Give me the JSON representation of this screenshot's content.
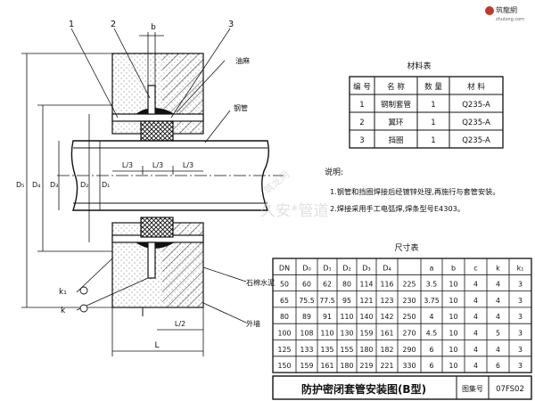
{
  "drawing": {
    "callouts": [
      "1",
      "2",
      "3"
    ],
    "label_oil_hemp": "油麻",
    "label_steel_pipe": "钢管",
    "label_asbestos_cement": "石棉水泥",
    "label_outer_wall": "外墙",
    "label_b": "b",
    "label_L3_a": "L/3",
    "label_L3_b": "L/3",
    "label_L3_c": "L/3",
    "label_L2": "L/2",
    "label_L": "L",
    "label_k1": "k₁",
    "label_k": "k",
    "dim_D5": "D₅",
    "dim_D4": "D₄",
    "dim_D3": "D₃",
    "dim_D1": "D₁",
    "dim_D2": "D₂"
  },
  "materials": {
    "title": "材料表",
    "headers": [
      "编 号",
      "名 称",
      "数 量",
      "材 料"
    ],
    "rows": [
      [
        "1",
        "钢制套管",
        "1",
        "Q235-A"
      ],
      [
        "2",
        "翼环",
        "1",
        "Q235-A"
      ],
      [
        "3",
        "挡圈",
        "1",
        "Q235-A"
      ]
    ]
  },
  "notes": {
    "title": "说明:",
    "lines": [
      "1.钢管和挡圈焊接后经镀锌处理,再施行与套管安装。",
      "2.焊接采用手工电弧焊,焊条型号E4303。"
    ]
  },
  "dimensions": {
    "title": "尺寸表",
    "headers": [
      "DN",
      "D₀",
      "D₁",
      "D₂",
      "D₃",
      "D₄",
      "a",
      "b",
      "c",
      "k",
      "k₁"
    ],
    "rows": [
      [
        "50",
        "60",
        "62",
        "80",
        "114",
        "116",
        "225",
        "3.5",
        "10",
        "4",
        "4",
        "3"
      ],
      [
        "65",
        "75.5",
        "77.5",
        "95",
        "121",
        "123",
        "230",
        "3.75",
        "10",
        "4",
        "4",
        "3"
      ],
      [
        "80",
        "89",
        "91",
        "110",
        "140",
        "142",
        "250",
        "4",
        "10",
        "4",
        "4",
        "3"
      ],
      [
        "100",
        "108",
        "110",
        "130",
        "159",
        "161",
        "270",
        "4.5",
        "10",
        "4",
        "5",
        "3"
      ],
      [
        "125",
        "133",
        "135",
        "155",
        "180",
        "182",
        "290",
        "6",
        "10",
        "4",
        "4",
        "3"
      ],
      [
        "150",
        "159",
        "161",
        "180",
        "219",
        "221",
        "330",
        "6",
        "10",
        "4",
        "6",
        "3"
      ]
    ]
  },
  "title_block": {
    "title": "防护密闭套管安装图(B型)",
    "atlas_label": "图集号",
    "atlas_number": "07FS02"
  },
  "watermark": {
    "text1": "久安*管道",
    "text2": "筑龙网",
    "logo_text": "筑龍網",
    "logo_sub": "zhulong.com"
  }
}
